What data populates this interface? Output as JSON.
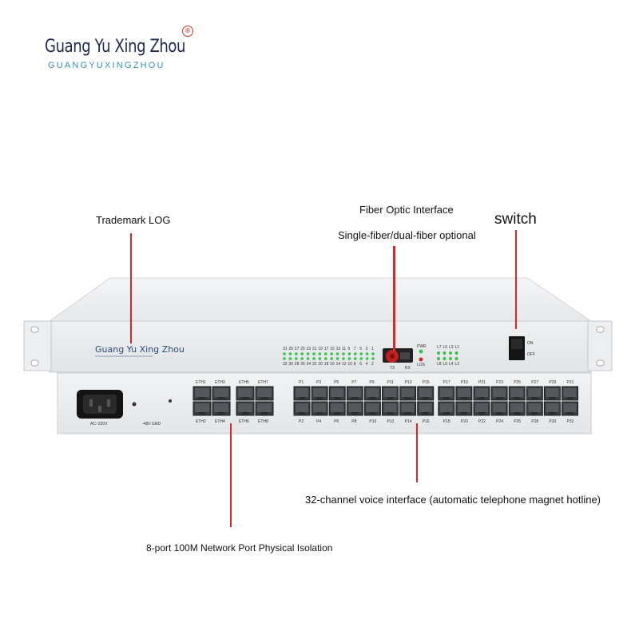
{
  "brand": {
    "name": "Guang Yu Xing Zhou",
    "pinyin": "GUANGYUXINGZHOU",
    "reg_mark": "®"
  },
  "callouts": {
    "trademark": "Trademark LOG",
    "fiber_title": "Fiber Optic Interface",
    "fiber_sub": "Single-fiber/dual-fiber optional",
    "switch": "switch",
    "voice": "32-channel voice interface (automatic telephone magnet hotline)",
    "network": "8-port 100M Network Port Physical Isolation"
  },
  "device": {
    "front_brand": "Guang Yu Xing Zhou",
    "power_label": "AC~220V",
    "dc_label": "-48V GND",
    "pwr": "PWR",
    "los": "LOS",
    "tx": "TX",
    "rx": "RX",
    "on": "ON",
    "off": "OFF",
    "eth_top": [
      "ETH1",
      "ETH3",
      "ETH5",
      "ETH7"
    ],
    "eth_bottom": [
      "ETH2",
      "ETH4",
      "ETH6",
      "ETH8"
    ],
    "voice_top": [
      "P1",
      "P3",
      "P5",
      "P7",
      "P9",
      "P11",
      "P13",
      "P15",
      "P17",
      "P19",
      "P21",
      "P23",
      "P25",
      "P27",
      "P29",
      "P31"
    ],
    "voice_bottom": [
      "P2",
      "P4",
      "P6",
      "P8",
      "P10",
      "P12",
      "P14",
      "P16",
      "P18",
      "P20",
      "P22",
      "P24",
      "P26",
      "P28",
      "P30",
      "P32"
    ],
    "led_top_numbers": [
      "31",
      "29",
      "27",
      "25",
      "23",
      "21",
      "19",
      "17",
      "15",
      "13",
      "11",
      "9",
      "7",
      "5",
      "3",
      "1"
    ],
    "led_bottom_numbers": [
      "32",
      "30",
      "28",
      "26",
      "24",
      "22",
      "20",
      "18",
      "16",
      "14",
      "12",
      "10",
      "8",
      "6",
      "4",
      "2"
    ],
    "eth_led_top": [
      "L7",
      "L5",
      "L3",
      "L1"
    ],
    "eth_led_bottom": [
      "L8",
      "L6",
      "L4",
      "L2"
    ]
  },
  "colors": {
    "accent_red": "#d8282a",
    "led_green": "#3fbf4f",
    "brand_blue": "#1f2a52"
  }
}
